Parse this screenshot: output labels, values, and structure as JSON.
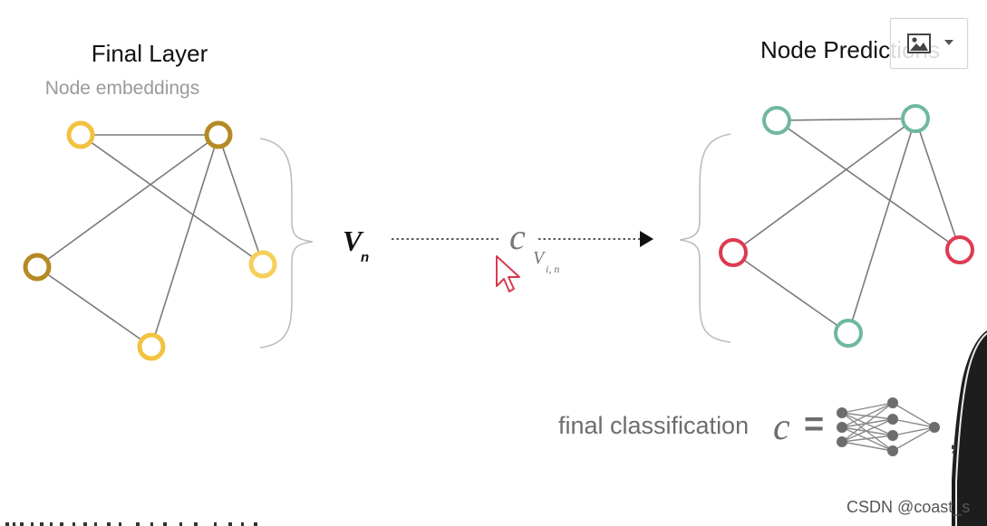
{
  "left_panel": {
    "title": "Final Layer",
    "subtitle": "Node embeddings"
  },
  "right_panel": {
    "title": "Node Predictions"
  },
  "middle": {
    "v_symbol": "V",
    "v_subscript": "n",
    "c_symbol": "c",
    "v_in_symbol": "V",
    "v_in_subscript": "i, n"
  },
  "bottom": {
    "label": "final classification",
    "c_symbol": "c",
    "equals": "=",
    "comma": ","
  },
  "watermark": "CSDN @coast_s",
  "image_button": {
    "icon": "image-icon",
    "caret": "chevron-down-icon"
  },
  "colors": {
    "node_yellow": "#f2c340",
    "node_olive": "#b58a25",
    "node_teal": "#6fb7a1",
    "node_red": "#dd3a50",
    "edge": "#7a7a7a",
    "brace": "#bdbdbd",
    "cursor_red": "#d83a4d"
  }
}
